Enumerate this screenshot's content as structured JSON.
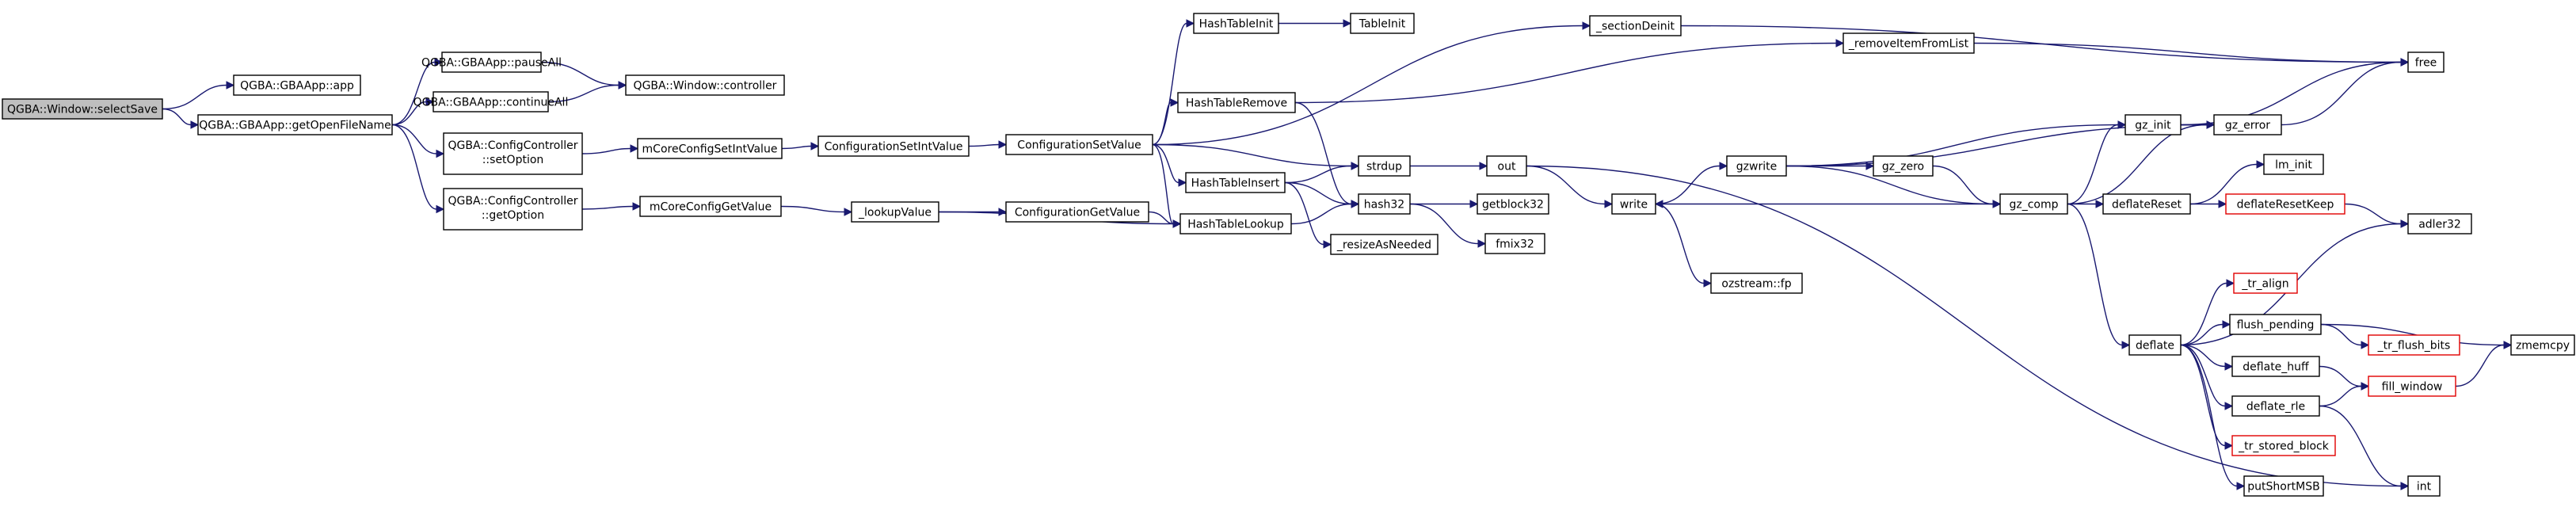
{
  "graph": {
    "nodes": {
      "selectSave": "QGBA::Window::selectSave",
      "app": "QGBA::GBAApp::app",
      "getOpenFileName": "QGBA::GBAApp::getOpenFileName",
      "pauseAll": "QGBA::GBAApp::pauseAll",
      "continueAll": "QGBA::GBAApp::continueAll",
      "controller": "QGBA::Window::controller",
      "setOption": [
        "QGBA::ConfigController",
        "::setOption"
      ],
      "getOption": [
        "QGBA::ConfigController",
        "::getOption"
      ],
      "mCoreConfigSetIntValue": "mCoreConfigSetIntValue",
      "mCoreConfigGetValue": "mCoreConfigGetValue",
      "ConfigurationSetIntValue": "ConfigurationSetIntValue",
      "lookupValue": "_lookupValue",
      "ConfigurationSetValue": "ConfigurationSetValue",
      "ConfigurationGetValue": "ConfigurationGetValue",
      "HashTableInit": "HashTableInit",
      "TableInit": "TableInit",
      "sectionDeinit": "_sectionDeinit",
      "HashTableRemove": "HashTableRemove",
      "HashTableInsert": "HashTableInsert",
      "HashTableLookup": "HashTableLookup",
      "strdup": "strdup",
      "hash32": "hash32",
      "resizeAsNeeded": "_resizeAsNeeded",
      "out": "out",
      "getblock32": "getblock32",
      "fmix32": "fmix32",
      "removeItemFromList": "_removeItemFromList",
      "write": "write",
      "gzwrite": "gzwrite",
      "ozstream_fp": "ozstream::fp",
      "gz_zero": "gz_zero",
      "gz_comp": "gz_comp",
      "gz_init": "gz_init",
      "gz_error": "gz_error",
      "free": "free",
      "deflateReset": "deflateReset",
      "lm_init": "lm_init",
      "deflateResetKeep": "deflateResetKeep",
      "adler32": "adler32",
      "deflate": "deflate",
      "tr_align": "_tr_align",
      "flush_pending": "flush_pending",
      "tr_flush_bits": "_tr_flush_bits",
      "zmemcpy": "zmemcpy",
      "deflate_huff": "deflate_huff",
      "fill_window": "fill_window",
      "deflate_rle": "deflate_rle",
      "tr_stored_block": "_tr_stored_block",
      "putShortMSB": "putShortMSB",
      "int": "int"
    },
    "edges": [
      [
        "selectSave",
        "app"
      ],
      [
        "selectSave",
        "getOpenFileName"
      ],
      [
        "getOpenFileName",
        "pauseAll"
      ],
      [
        "getOpenFileName",
        "continueAll"
      ],
      [
        "getOpenFileName",
        "setOption"
      ],
      [
        "getOpenFileName",
        "getOption"
      ],
      [
        "pauseAll",
        "controller"
      ],
      [
        "continueAll",
        "controller"
      ],
      [
        "setOption",
        "mCoreConfigSetIntValue"
      ],
      [
        "mCoreConfigSetIntValue",
        "ConfigurationSetIntValue"
      ],
      [
        "ConfigurationSetIntValue",
        "ConfigurationSetValue"
      ],
      [
        "getOption",
        "mCoreConfigGetValue"
      ],
      [
        "mCoreConfigGetValue",
        "lookupValue"
      ],
      [
        "lookupValue",
        "ConfigurationGetValue"
      ],
      [
        "lookupValue",
        "HashTableLookup"
      ],
      [
        "ConfigurationGetValue",
        "HashTableLookup"
      ],
      [
        "ConfigurationSetValue",
        "HashTableInit"
      ],
      [
        "ConfigurationSetValue",
        "sectionDeinit"
      ],
      [
        "ConfigurationSetValue",
        "HashTableRemove"
      ],
      [
        "ConfigurationSetValue",
        "strdup"
      ],
      [
        "ConfigurationSetValue",
        "HashTableInsert"
      ],
      [
        "ConfigurationSetValue",
        "HashTableLookup"
      ],
      [
        "HashTableInit",
        "TableInit"
      ],
      [
        "sectionDeinit",
        "free"
      ],
      [
        "HashTableRemove",
        "removeItemFromList"
      ],
      [
        "HashTableRemove",
        "hash32"
      ],
      [
        "HashTableInsert",
        "strdup"
      ],
      [
        "HashTableInsert",
        "hash32"
      ],
      [
        "HashTableInsert",
        "resizeAsNeeded"
      ],
      [
        "HashTableLookup",
        "hash32"
      ],
      [
        "removeItemFromList",
        "free"
      ],
      [
        "strdup",
        "out"
      ],
      [
        "hash32",
        "getblock32"
      ],
      [
        "hash32",
        "fmix32"
      ],
      [
        "out",
        "write"
      ],
      [
        "out",
        "int"
      ],
      [
        "write",
        "gzwrite"
      ],
      [
        "write",
        "ozstream_fp"
      ],
      [
        "gzwrite",
        "gz_init"
      ],
      [
        "gzwrite",
        "gz_error"
      ],
      [
        "gzwrite",
        "gz_zero"
      ],
      [
        "gzwrite",
        "gz_comp"
      ],
      [
        "gz_zero",
        "gz_comp"
      ],
      [
        "gz_comp",
        "write"
      ],
      [
        "gz_comp",
        "gz_init"
      ],
      [
        "gz_comp",
        "gz_error"
      ],
      [
        "gz_comp",
        "deflateReset"
      ],
      [
        "gz_comp",
        "deflate"
      ],
      [
        "gz_init",
        "gz_error"
      ],
      [
        "gz_init",
        "free"
      ],
      [
        "gz_error",
        "free"
      ],
      [
        "deflateReset",
        "lm_init"
      ],
      [
        "deflateReset",
        "deflateResetKeep"
      ],
      [
        "deflateResetKeep",
        "adler32"
      ],
      [
        "deflate",
        "adler32"
      ],
      [
        "deflate",
        "tr_align"
      ],
      [
        "deflate",
        "flush_pending"
      ],
      [
        "deflate",
        "deflate_huff"
      ],
      [
        "deflate",
        "deflate_rle"
      ],
      [
        "deflate",
        "tr_stored_block"
      ],
      [
        "deflate",
        "putShortMSB"
      ],
      [
        "flush_pending",
        "tr_flush_bits"
      ],
      [
        "flush_pending",
        "zmemcpy"
      ],
      [
        "deflate_huff",
        "fill_window"
      ],
      [
        "deflate_rle",
        "fill_window"
      ],
      [
        "deflate_rle",
        "int"
      ],
      [
        "fill_window",
        "zmemcpy"
      ]
    ]
  }
}
